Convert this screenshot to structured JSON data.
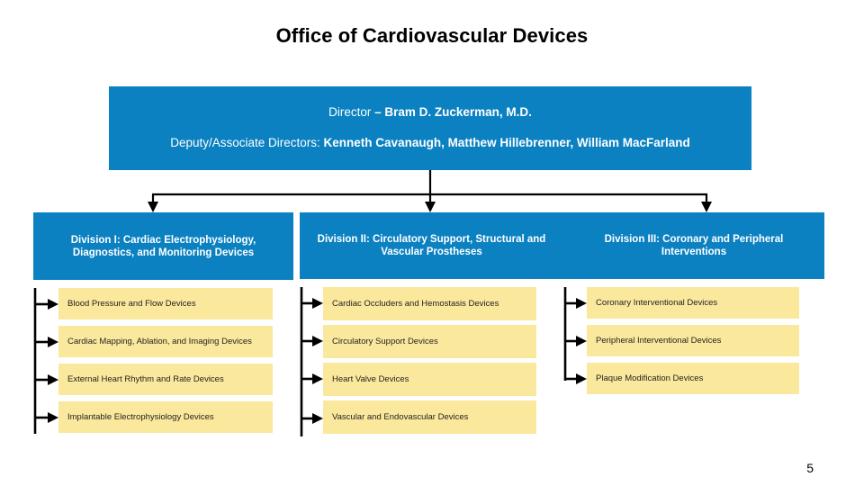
{
  "slide": {
    "title": "Office of Cardiovascular Devices",
    "page_number": "5",
    "colors": {
      "header_blue": "#0B81C1",
      "item_yellow": "#FAE89C",
      "text_dark": "#231F20",
      "text_white": "#FFFFFF",
      "connector_black": "#000000"
    }
  },
  "leadership": {
    "director_label": "Director ",
    "director_name": "– Bram D. Zuckerman, M.D.",
    "deputy_label": "Deputy/Associate Directors: ",
    "deputy_names": " Kenneth Cavanaugh, Matthew Hillebrenner, William MacFarland"
  },
  "divisions": [
    {
      "header": "Division I: Cardiac Electrophysiology, Diagnostics, and Monitoring Devices",
      "items": [
        "Blood Pressure and Flow Devices",
        "Cardiac Mapping, Ablation, and Imaging Devices",
        "External Heart Rhythm and Rate Devices",
        "Implantable Electrophysiology Devices"
      ]
    },
    {
      "header": "Division II: Circulatory Support, Structural and Vascular Prostheses",
      "items": [
        "Cardiac Occluders and Hemostasis Devices",
        "Circulatory Support Devices",
        "Heart Valve Devices",
        "Vascular and Endovascular Devices"
      ]
    },
    {
      "header": "Division III: Coronary and  Peripheral Interventions",
      "items": [
        "Coronary Interventional Devices",
        "Peripheral Interventional Devices",
        "Plaque Modification Devices"
      ]
    }
  ]
}
